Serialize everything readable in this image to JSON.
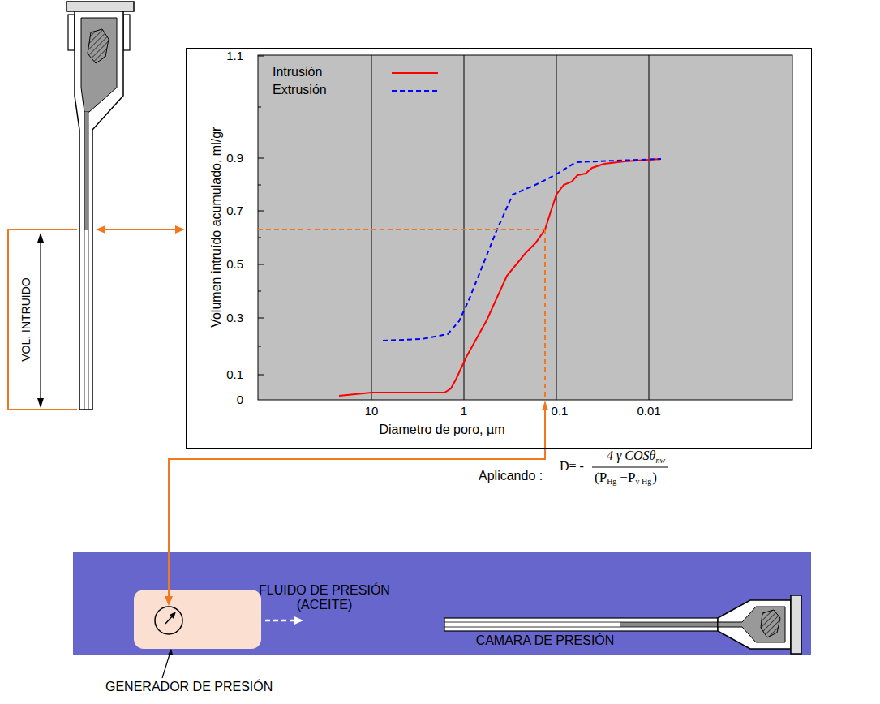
{
  "diagram": {
    "nodes": [
      {
        "text": [
          "Volumen intruído acumulado, ml/gr",
          "Diametro de poro, µm"
        ]
      },
      {
        "text": [
          "FLUIDO DE PRESIÓN (ACEITE)",
          "CAMARA DE PRESIÓN"
        ]
      }
    ],
    "labels": [
      "1.1",
      "0.9",
      "0.7",
      "0.5",
      "0.3",
      "0.1",
      "0",
      "10",
      "1",
      "0.1",
      "0.01",
      "VOL. INTRUIDO",
      "Aplicando :",
      "D= -",
      "4 γ COSθ",
      "nw",
      "(P",
      "Hg",
      "−P",
      "v Hg",
      ")",
      "GENERADOR DE PRESIÓN"
    ],
    "legend": [
      {
        "text": "Intrusión"
      },
      {
        "text": "Extrusión"
      }
    ]
  }
}
